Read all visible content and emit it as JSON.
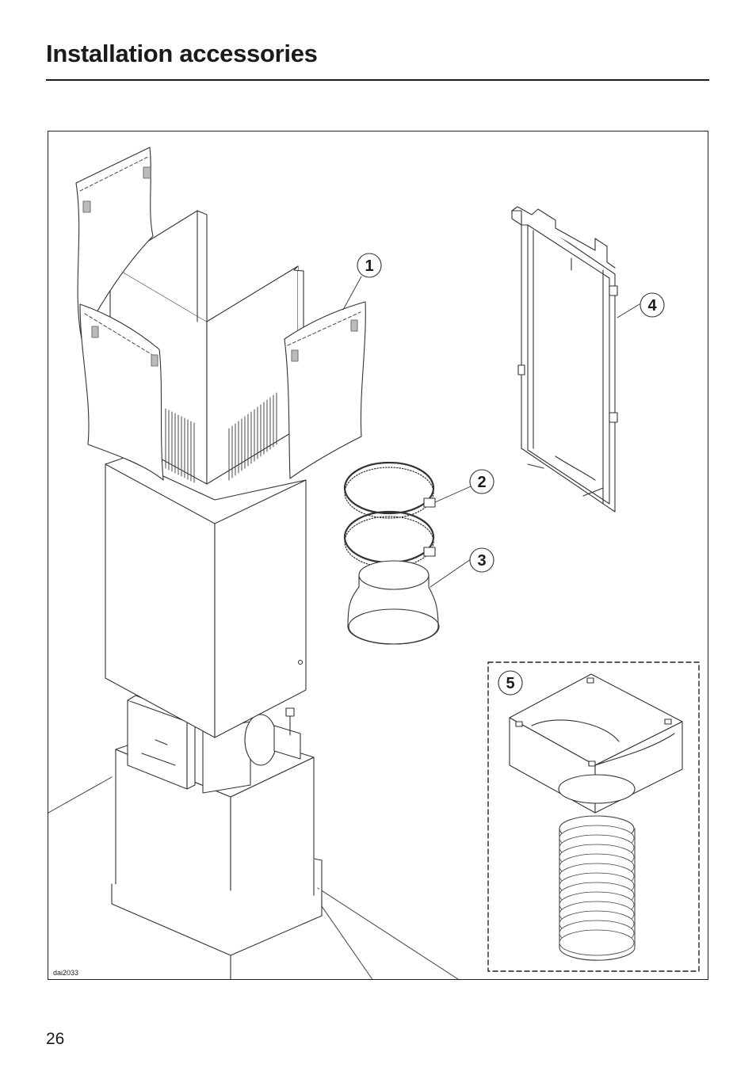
{
  "page": {
    "title": "Installation accessories",
    "page_number": "26"
  },
  "figure": {
    "code": "dai2033",
    "callouts": [
      "1",
      "2",
      "3",
      "4",
      "5"
    ]
  }
}
